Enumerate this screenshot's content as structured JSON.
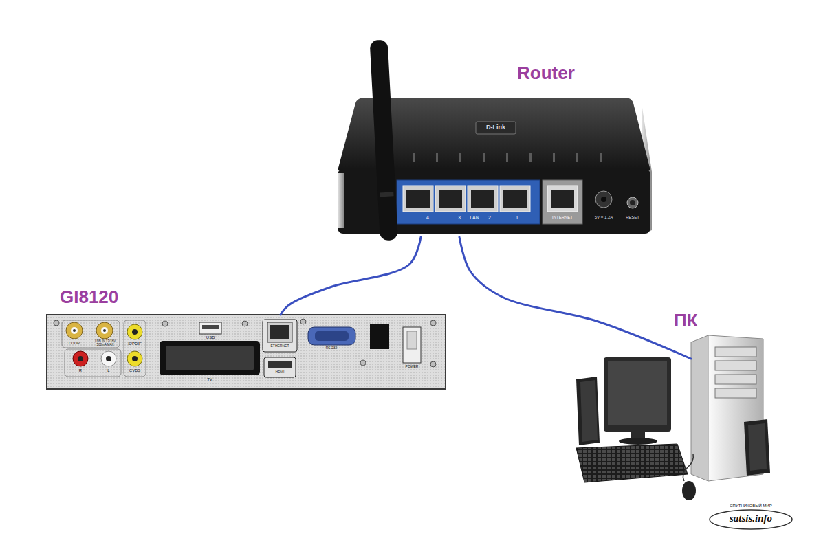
{
  "diagram": {
    "nodes": [
      {
        "text": [
          "Router"
        ]
      },
      {
        "text": [
          "GI8120"
        ]
      },
      {
        "text": [
          "ПК"
        ]
      }
    ],
    "edges": [
      {
        "from": 0,
        "to": 1,
        "arrow": "none"
      },
      {
        "from": 0,
        "to": 2,
        "arrow": "none"
      }
    ],
    "labels": [
      "D-Link",
      "4",
      "3",
      "LAN",
      "2",
      "1",
      "INTERNET",
      "5V = 1.2A",
      "RESET",
      "LOOP",
      "LNB IN 13/18V 500mA MAX",
      "S/PDIF",
      "R",
      "L",
      "CVBS",
      "USB",
      "TV",
      "ETHERNET",
      "HDMI",
      "RS 232",
      "POWER",
      "СПУТНИКОВЫЙ МИР",
      "satsis.info"
    ]
  }
}
